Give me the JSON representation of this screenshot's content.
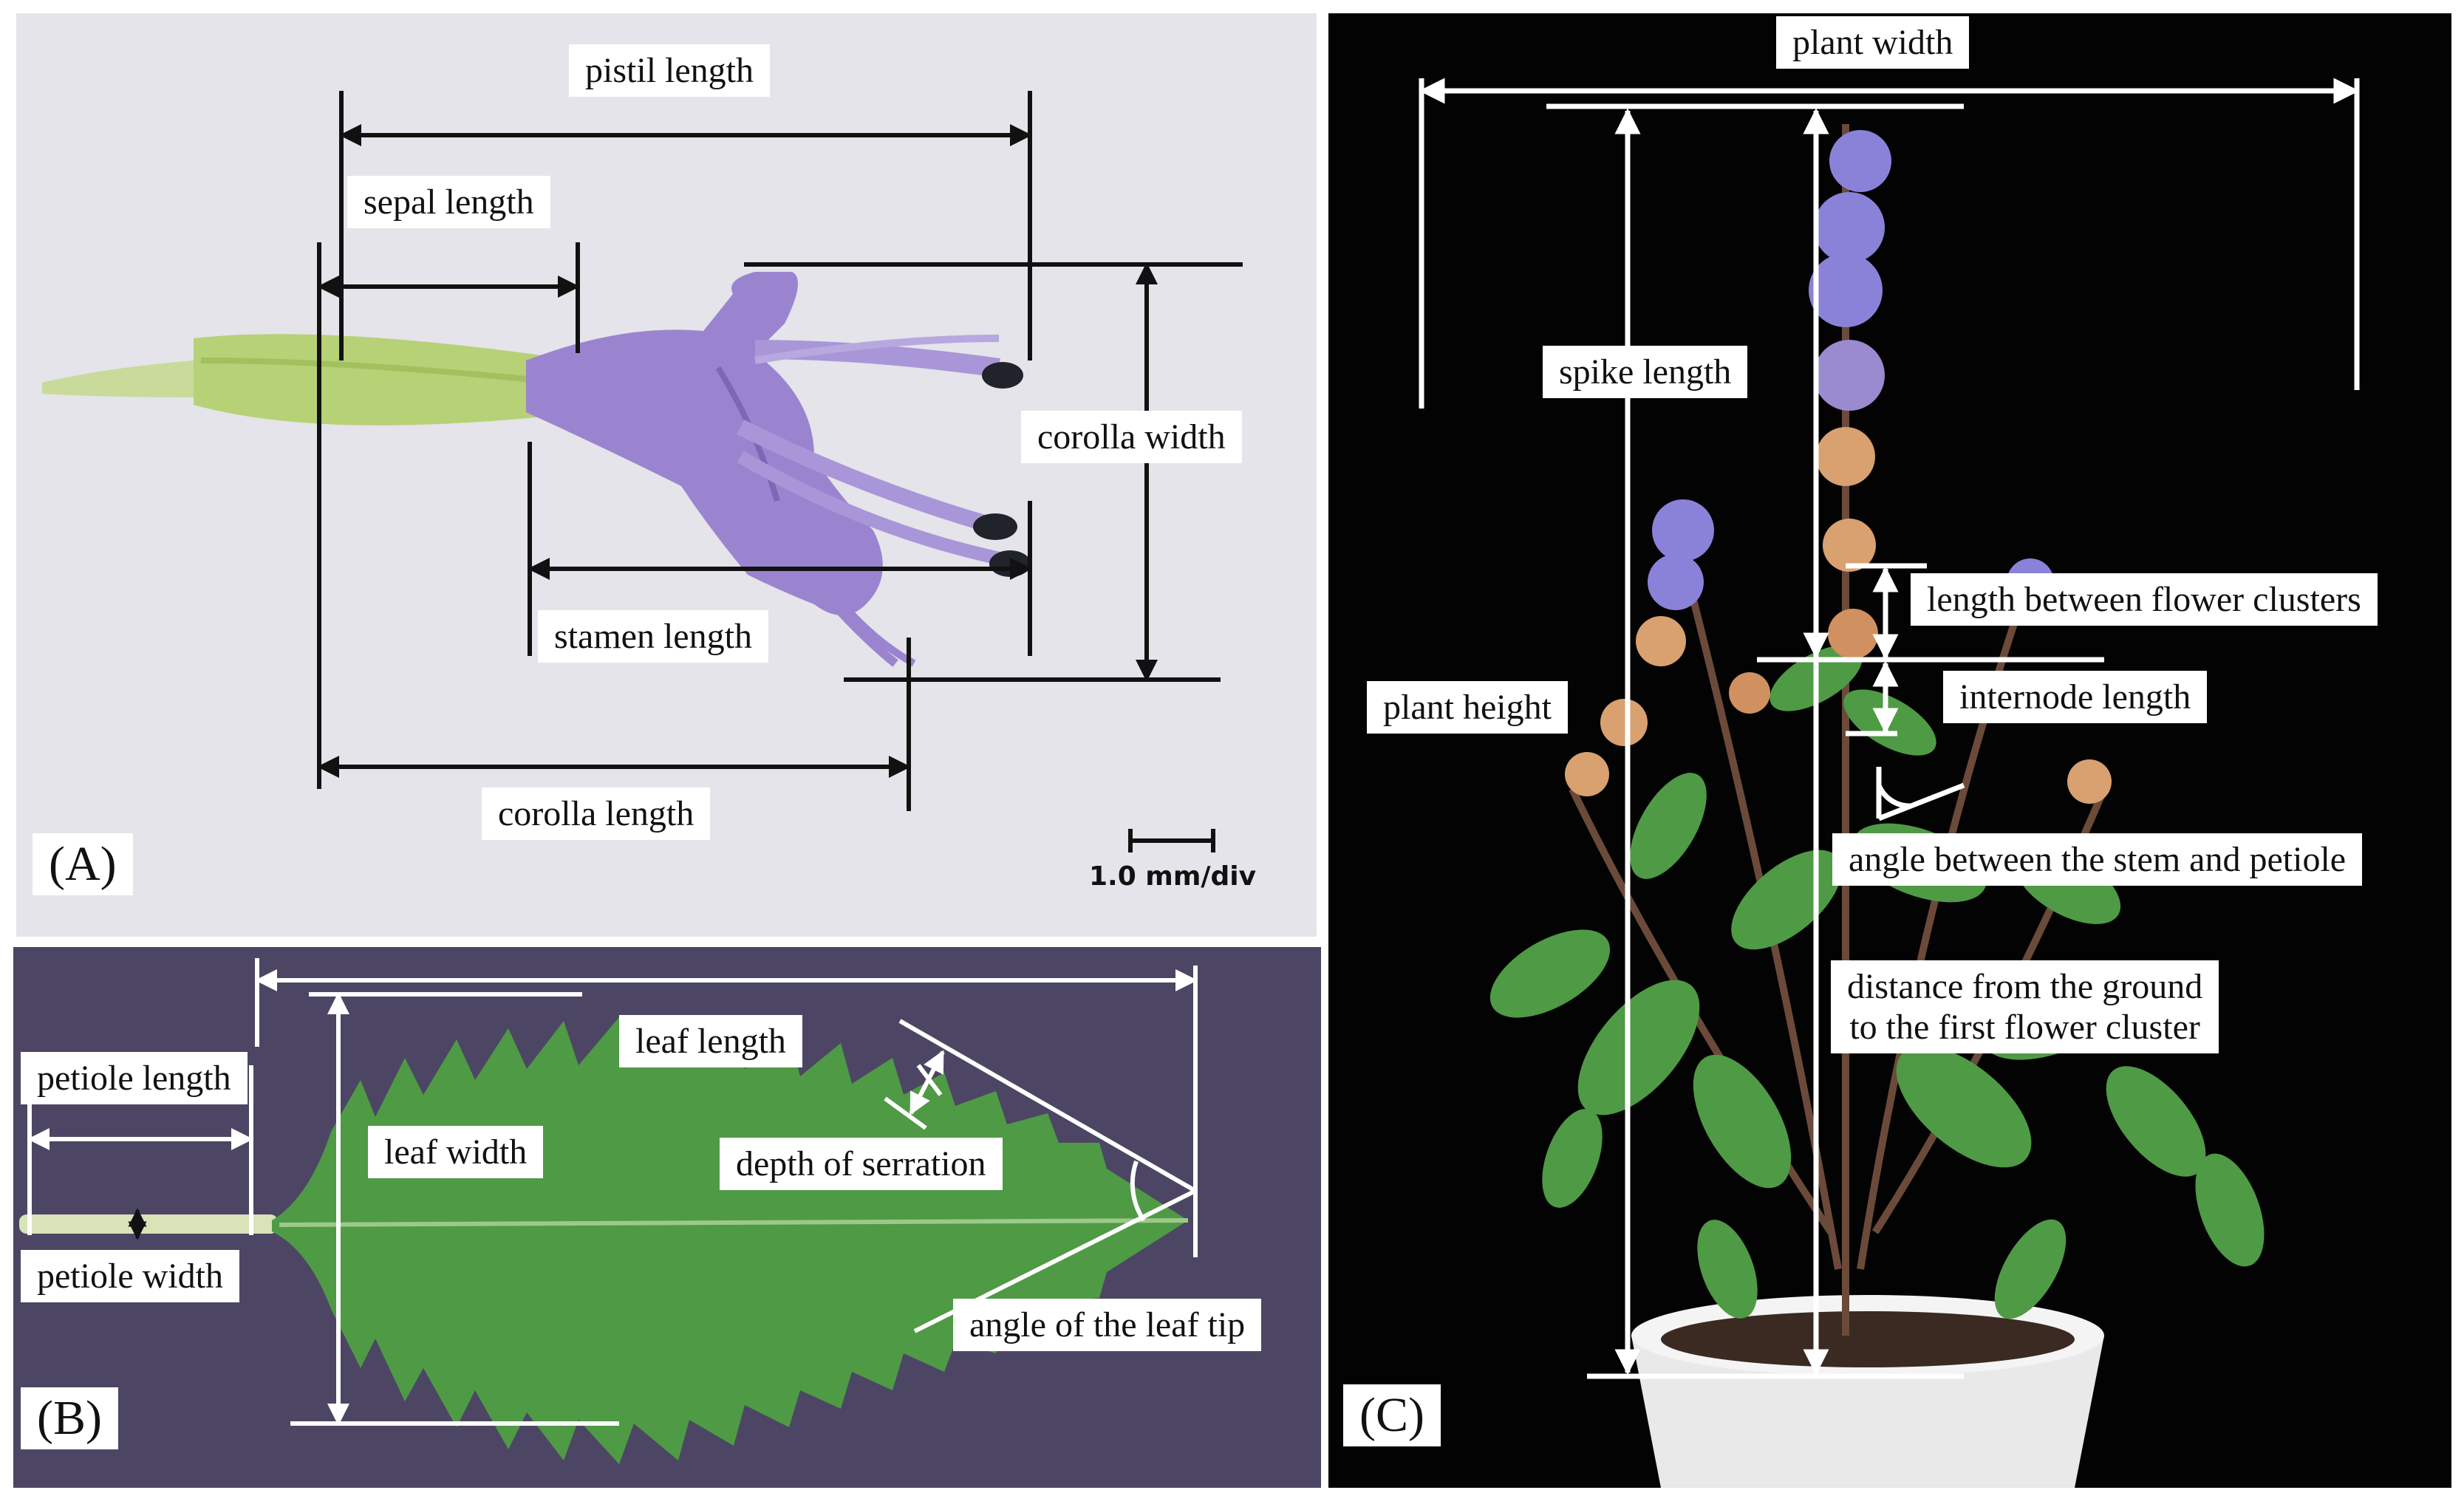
{
  "panels": {
    "a": {
      "label": "(A)",
      "scale": "1.0 mm/div",
      "labels": {
        "pistil_length": "pistil length",
        "sepal_length": "sepal length",
        "corolla_width": "corolla width",
        "stamen_length": "stamen length",
        "corolla_length": "corolla length"
      }
    },
    "b": {
      "label": "(B)",
      "labels": {
        "petiole_length": "petiole length",
        "leaf_length": "leaf length",
        "leaf_width": "leaf width",
        "depth_of_serration": "depth of serration",
        "petiole_width": "petiole width",
        "angle_of_leaf_tip": "angle of the leaf tip"
      }
    },
    "c": {
      "label": "(C)",
      "labels": {
        "plant_width": "plant width",
        "spike_length": "spike length",
        "length_between_flower_clusters": "length between flower clusters",
        "internode_length": "internode length",
        "plant_height": "plant height",
        "angle_stem_petiole": "angle between the stem and petiole",
        "distance_ground_first_cluster": "distance from the ground\nto the first flower cluster"
      }
    }
  },
  "colors": {
    "panel_a_background": "#e4e4ea",
    "panel_b_background": "#4c4664",
    "panel_c_background": "#030303",
    "flower": "#9b84cf",
    "sepal": "#b9d27a",
    "leaf": "#4f9a45",
    "line_dark": "#111111",
    "line_light": "#ffffff"
  }
}
